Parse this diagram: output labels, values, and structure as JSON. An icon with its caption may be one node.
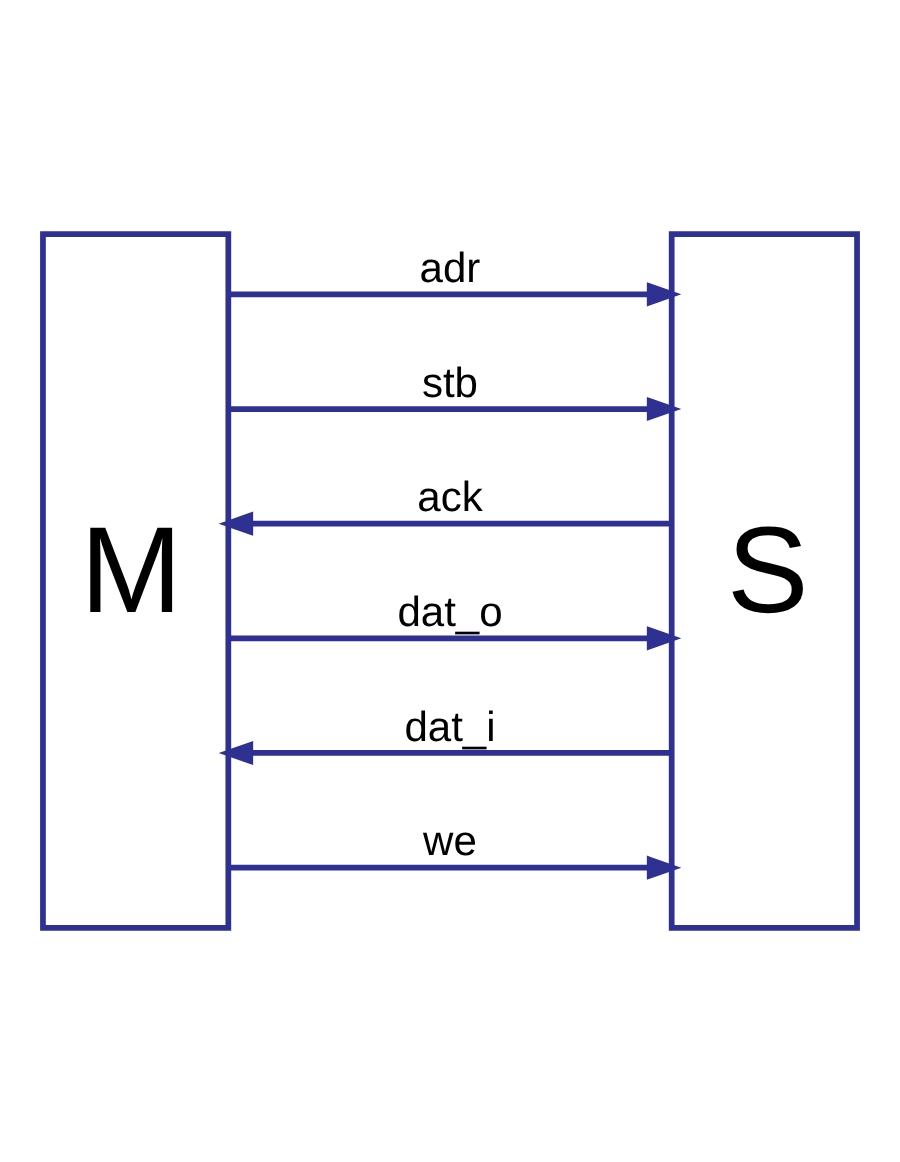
{
  "diagram": {
    "nodes": [
      {
        "text": [
          "M"
        ]
      },
      {
        "text": [
          "S"
        ]
      }
    ],
    "edges": [
      {
        "from": 0,
        "to": 1,
        "arrow": "to",
        "label": "adr"
      },
      {
        "from": 0,
        "to": 1,
        "arrow": "to",
        "label": "stb"
      },
      {
        "from": 1,
        "to": 0,
        "arrow": "to",
        "label": "ack"
      },
      {
        "from": 0,
        "to": 1,
        "arrow": "to",
        "label": "dat_o"
      },
      {
        "from": 1,
        "to": 0,
        "arrow": "to",
        "label": "dat_i"
      },
      {
        "from": 0,
        "to": 1,
        "arrow": "to",
        "label": "we"
      }
    ]
  }
}
